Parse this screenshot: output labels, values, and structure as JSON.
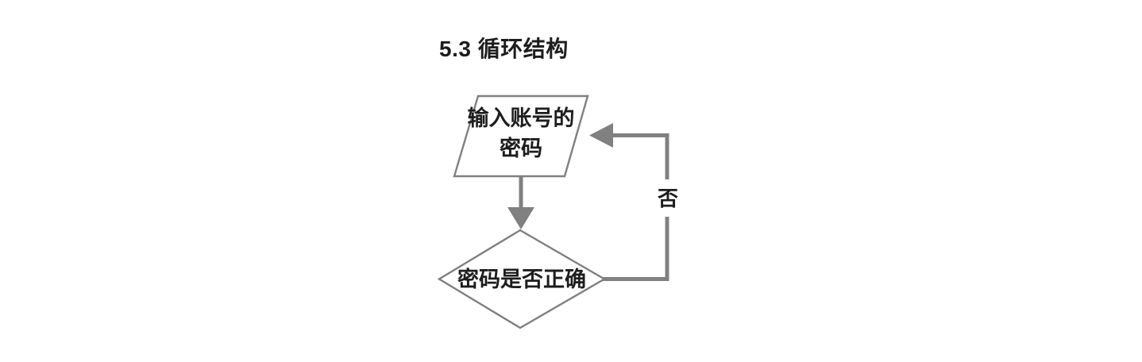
{
  "colors": {
    "background": "#ffffff",
    "line": "#808080",
    "shape_fill": "#ffffff",
    "text": "#1d1d1d"
  },
  "title": "5.3 循环结构",
  "flowchart": {
    "input_node": {
      "shape": "parallelogram",
      "label_line1": "输入账号的",
      "label_line2": "密码"
    },
    "decision_node": {
      "shape": "diamond",
      "label": "密码是否正确"
    },
    "loop_edge": {
      "label": "否"
    }
  }
}
